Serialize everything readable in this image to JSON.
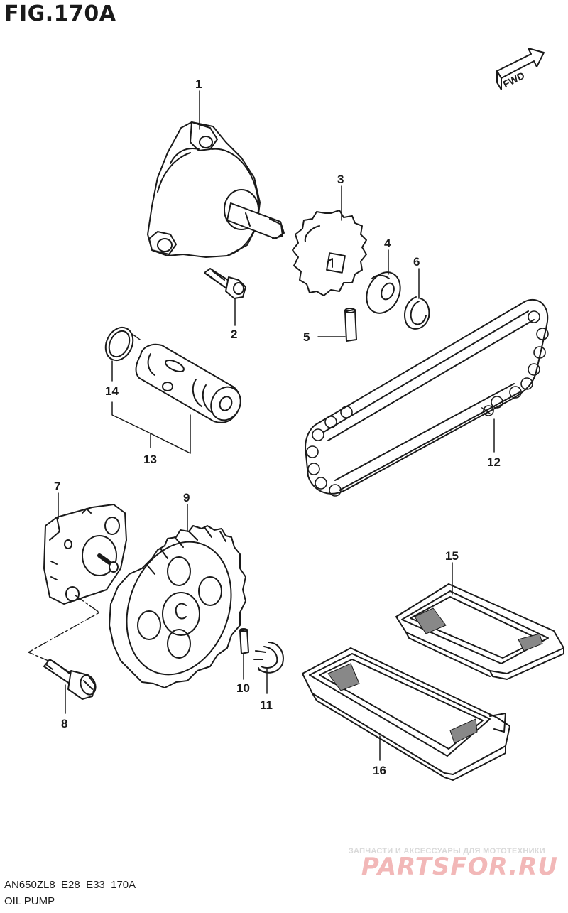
{
  "figure": {
    "title": "FIG.170A",
    "fwd_label": "FWD"
  },
  "callouts": [
    {
      "id": "1"
    },
    {
      "id": "2"
    },
    {
      "id": "3"
    },
    {
      "id": "4"
    },
    {
      "id": "5"
    },
    {
      "id": "6"
    },
    {
      "id": "7"
    },
    {
      "id": "8"
    },
    {
      "id": "9"
    },
    {
      "id": "10"
    },
    {
      "id": "11"
    },
    {
      "id": "12"
    },
    {
      "id": "13"
    },
    {
      "id": "14"
    },
    {
      "id": "15"
    },
    {
      "id": "16"
    }
  ],
  "footer": {
    "model_code": "AN650ZL8_E28_E33_170A",
    "section_name": "OIL PUMP"
  },
  "watermark": {
    "caption": "ЗАПЧАСТИ И АКСЕССУАРЫ ДЛЯ МОТОТЕХНИКИ",
    "logo": "PARTSFOR.RU"
  }
}
